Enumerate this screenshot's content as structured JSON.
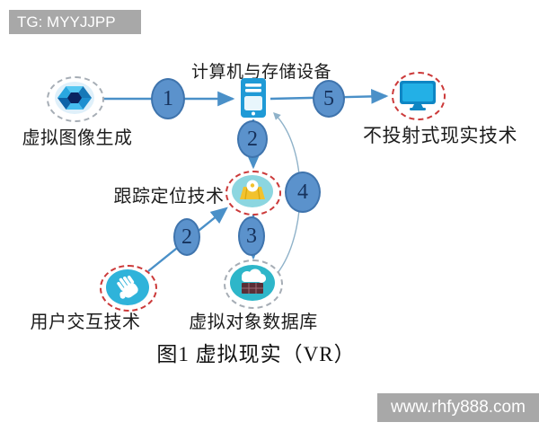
{
  "watermarks": {
    "top_left": "TG: MYYJJPP",
    "bottom_right": "www.rhfy888.com"
  },
  "figure": {
    "caption": "图1 虚拟现实（VR）"
  },
  "nodes": {
    "computer": {
      "label": "计算机与存储设备",
      "icon": "computer-tower-icon"
    },
    "image_generation": {
      "label": "虚拟图像生成",
      "icon": "camera-aperture-icon",
      "ring": "gray-dashed"
    },
    "non_projection_display": {
      "label": "不投射式现实技术",
      "icon": "monitor-icon",
      "ring": "red-dashed"
    },
    "tracking": {
      "label": "跟踪定位技术",
      "icon": "location-map-pin-icon",
      "ring": "red-dashed"
    },
    "user_interaction": {
      "label": "用户交互技术",
      "icon": "hand-gesture-icon",
      "ring": "red-dashed"
    },
    "object_database": {
      "label": "虚拟对象数据库",
      "icon": "cloud-database-icon",
      "ring": "gray-dashed"
    }
  },
  "steps": {
    "step1": "1",
    "step2_main": "2",
    "step2_alt": "2",
    "step3": "3",
    "step4": "4",
    "step5": "5"
  },
  "colors": {
    "arrow": "#4a90c8",
    "curve_arrow": "#8fb2c9",
    "step_fill": "#5b92cc",
    "step_border": "#3f74ad",
    "ring_red": "#cc3a3a",
    "ring_gray": "#a6adb5",
    "watermark_bg": "#a8a8a8"
  }
}
